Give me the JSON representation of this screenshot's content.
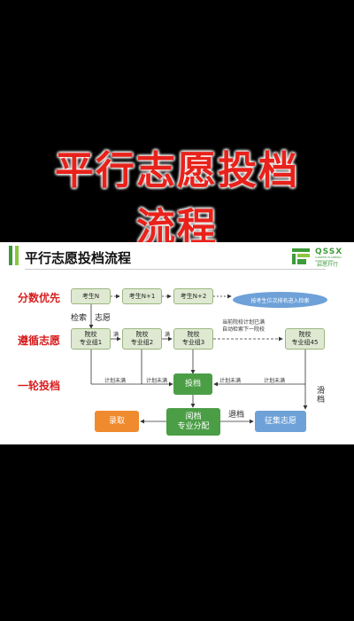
{
  "overlay": {
    "title_line1": "平行志愿投档",
    "title_line2": "流程"
  },
  "slide": {
    "title": "平行志愿投档流程",
    "logo": {
      "en": "QSSX",
      "tag": "CARRIER PLANNING ASSOCIATION",
      "cn": "启思升行"
    },
    "row_labels": [
      "分数优先",
      "遵循志愿",
      "一轮投档"
    ],
    "candidates": [
      "考生N",
      "考生N+1",
      "考生N+2"
    ],
    "ellipse_text": "按考生位次排名进入检索",
    "search_label": "检索",
    "wish_label": "志愿",
    "school_boxes": [
      "院校\n专业组1",
      "院校\n专业组2",
      "院校\n专业组3",
      "院校\n专业组45"
    ],
    "full_label": "满",
    "note": "当前院校计划已满\n自动检索下一院校",
    "not_full_label": "计划未满",
    "submit": "投档",
    "admit": "录取",
    "review": "阅档\n专业分配",
    "return_label": "退档",
    "solicit": "征集志愿",
    "slip_label": "滑档"
  },
  "colors": {
    "title_red": "#e8221b",
    "green": "#4b9e45",
    "light_green": "#dfe9d2",
    "orange": "#ef8a2e",
    "blue": "#6ea1d8"
  }
}
